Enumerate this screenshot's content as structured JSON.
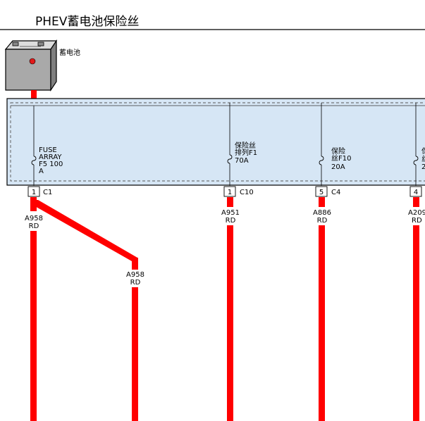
{
  "header": {
    "title": "PHEV蓄电池保险丝"
  },
  "battery": {
    "label": "蓄电池"
  },
  "colors": {
    "wire": "#ff0000",
    "box_fill": "#d6e6f5",
    "box_border": "#000000",
    "dash": "#555555"
  },
  "fuses": [
    {
      "lines": [
        "FUSE",
        "ARRAY",
        "F5 100",
        "A"
      ]
    },
    {
      "lines": [
        "保险丝",
        "排列F1",
        "70A"
      ]
    },
    {
      "lines": [
        "保险",
        "丝F10",
        "20A"
      ]
    },
    {
      "lines": [
        "保",
        "丝",
        "2"
      ]
    }
  ],
  "connectors": [
    {
      "pin": "1",
      "name": "C1"
    },
    {
      "pin": "1",
      "name": "C10"
    },
    {
      "pin": "5",
      "name": "C4"
    },
    {
      "pin": "4",
      "name": ""
    }
  ],
  "wires": [
    {
      "circuit": "A958",
      "color_code": "RD"
    },
    {
      "circuit": "A958",
      "color_code": "RD"
    },
    {
      "circuit": "A951",
      "color_code": "RD"
    },
    {
      "circuit": "A886",
      "color_code": "RD"
    },
    {
      "circuit": "A209",
      "color_code": "RD"
    }
  ]
}
